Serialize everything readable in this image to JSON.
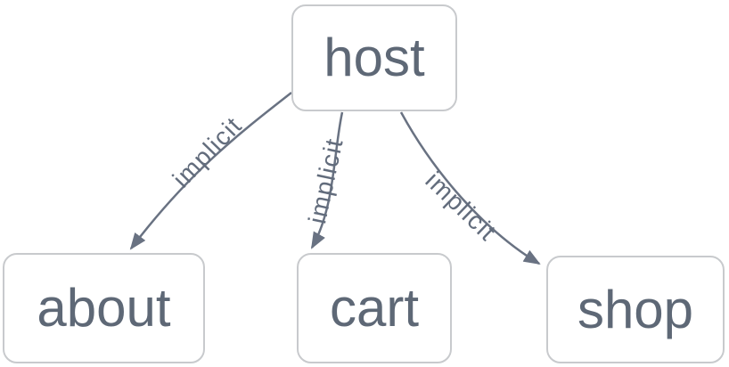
{
  "diagram": {
    "nodes": [
      {
        "id": "host",
        "label": "host"
      },
      {
        "id": "about",
        "label": "about"
      },
      {
        "id": "cart",
        "label": "cart"
      },
      {
        "id": "shop",
        "label": "shop"
      }
    ],
    "edges": [
      {
        "from": "host",
        "to": "about",
        "label": "implicit"
      },
      {
        "from": "host",
        "to": "cart",
        "label": "implicit"
      },
      {
        "from": "host",
        "to": "shop",
        "label": "implicit"
      }
    ],
    "colors": {
      "node_text": "#5e6876",
      "node_border": "#c8cacd",
      "edge_stroke": "#697282",
      "edge_label_text": "#626c7c",
      "background": "#ffffff"
    }
  }
}
